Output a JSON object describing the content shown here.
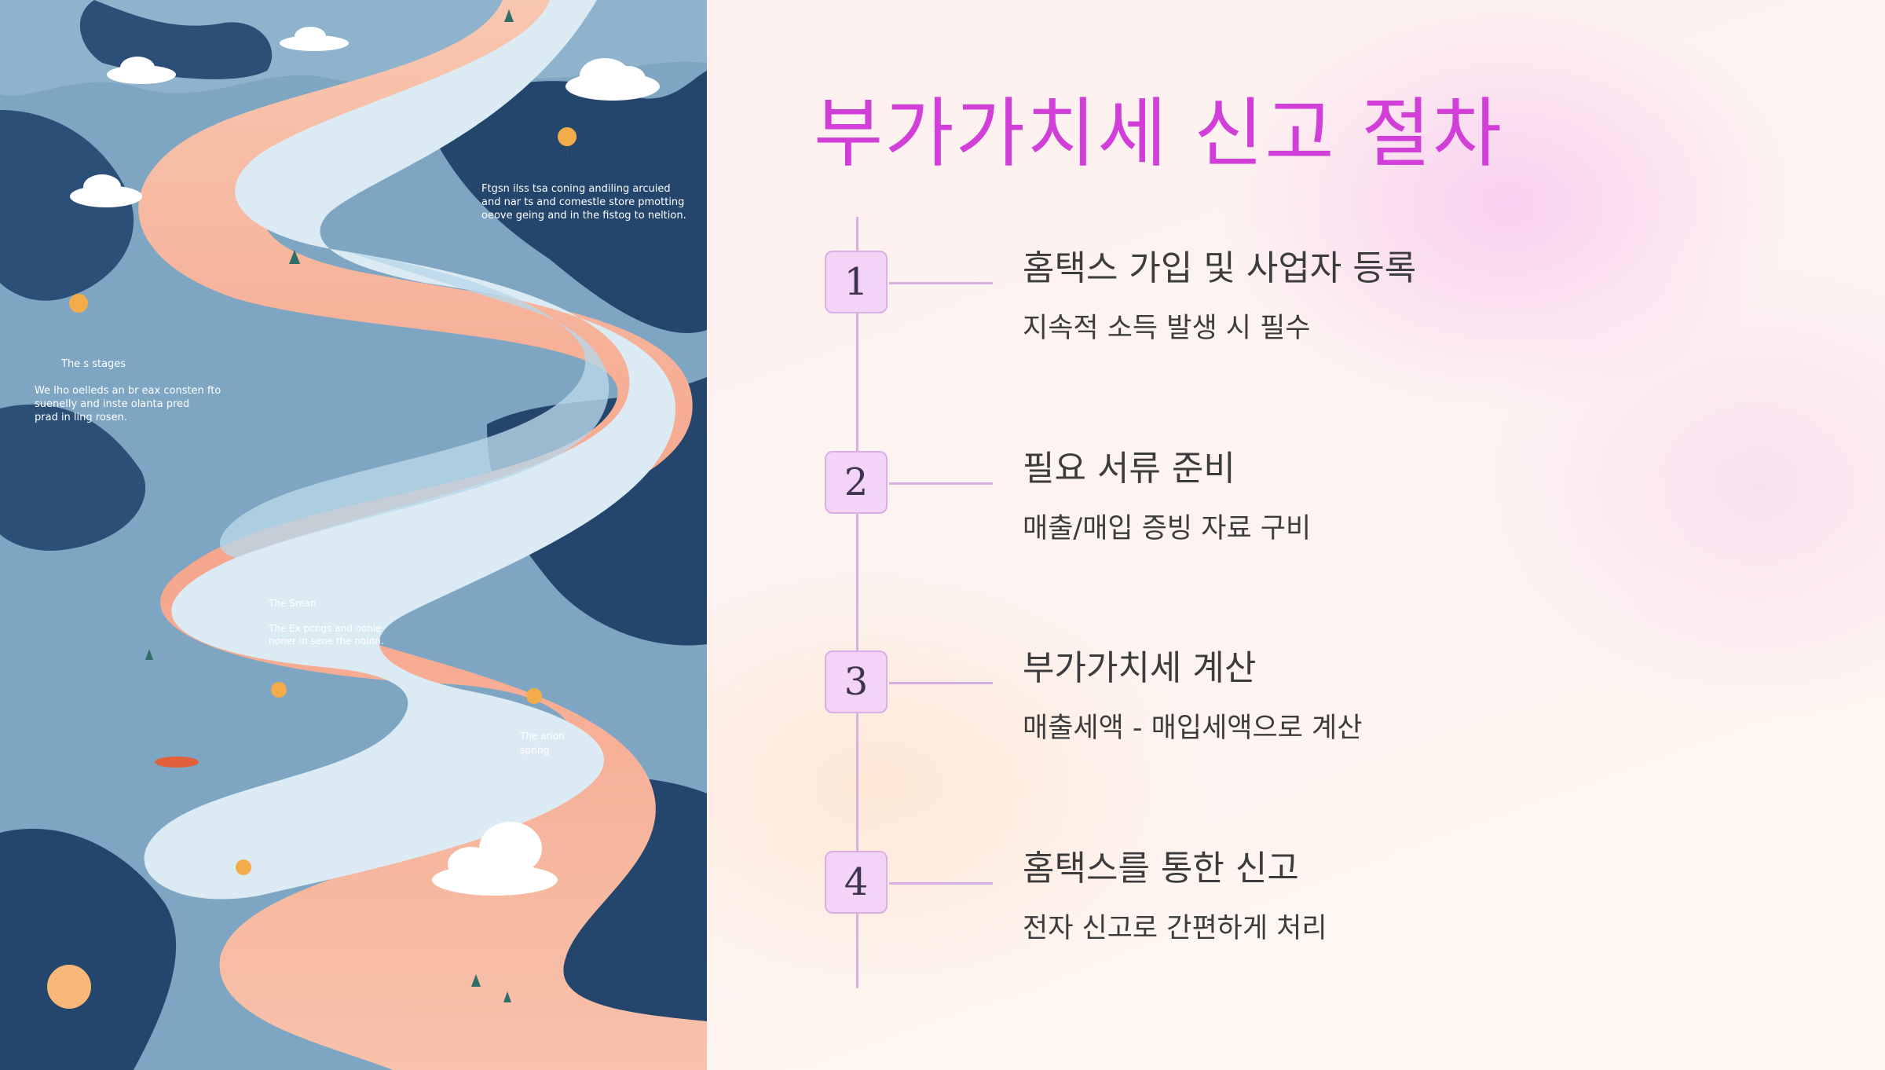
{
  "slide": {
    "title": "부가가치세 신고 절차",
    "steps": [
      {
        "number": "1",
        "title": "홈택스 가입 및 사업자 등록",
        "description": "지속적 소득 발생 시 필수"
      },
      {
        "number": "2",
        "title": "필요 서류 준비",
        "description": "매출/매입 증빙 자료 구비"
      },
      {
        "number": "3",
        "title": "부가가치세 계산",
        "description": "매출세액 - 매입세액으로 계산"
      },
      {
        "number": "4",
        "title": "홈택스를 통한 신고",
        "description": "전자 신고로 간편하게 처리"
      }
    ]
  },
  "illustration": {
    "note_top": "Ftgsn ilss tsa coning andiling arcuied\nand nar ts and comestle store pmotting\noeove geing and in the fistog to neltion.",
    "note_left_heading": "The s stages",
    "note_left": "We lho oelleds an br eax consten fto\nsuenelly and inste olanta pred\nprad in ling rosen.",
    "note_middle_heading": "The Srean",
    "note_middle": "The Ex pcngs and oonie\nnoner in sene the noinn.",
    "note_right": "The arion\nspring"
  },
  "colors": {
    "title": "#d13fd8",
    "badge_fill": "#f3d3f6",
    "timeline": "#d6afe3",
    "text": "#3c3c3c",
    "mountain_dark": "#2c4f78",
    "mountain_mid": "#5e88ab",
    "river_peach": "#f6b69c",
    "river_light": "#e2eef5"
  }
}
